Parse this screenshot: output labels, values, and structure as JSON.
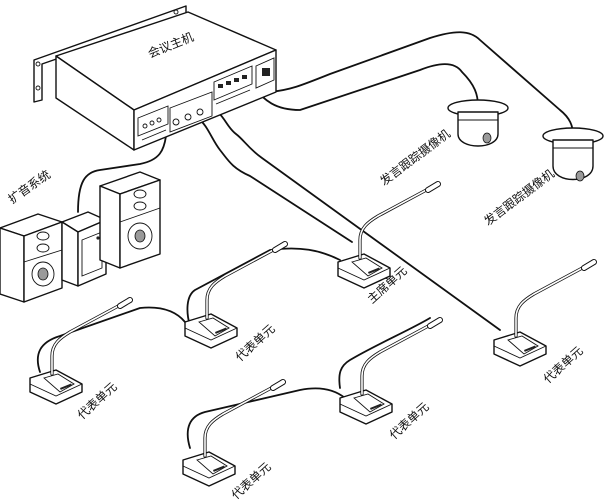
{
  "diagram": {
    "title": "",
    "nodes": {
      "host": {
        "label": "会议主机",
        "type": "conference-host"
      },
      "camera_1": {
        "label": "发言跟踪摄像机",
        "type": "speech-tracking-camera"
      },
      "camera_2": {
        "label": "发言跟踪摄像机",
        "type": "speech-tracking-camera"
      },
      "pa_system": {
        "label": "扩音系统",
        "type": "pa-system"
      },
      "chairman": {
        "label": "主席单元",
        "type": "chairman-unit"
      },
      "delegate_1": {
        "label": "代表单元",
        "type": "delegate-unit"
      },
      "delegate_2": {
        "label": "代表单元",
        "type": "delegate-unit"
      },
      "delegate_3": {
        "label": "代表单元",
        "type": "delegate-unit"
      },
      "delegate_4": {
        "label": "代表单元",
        "type": "delegate-unit"
      },
      "delegate_5": {
        "label": "代表单元",
        "type": "delegate-unit"
      }
    },
    "connections": [
      {
        "from": "host",
        "to": "camera_1"
      },
      {
        "from": "host",
        "to": "camera_2"
      },
      {
        "from": "host",
        "to": "pa_system"
      },
      {
        "from": "host",
        "to": "chairman"
      },
      {
        "from": "host",
        "to": "delegate_1"
      },
      {
        "from": "host",
        "to": "delegate_5"
      },
      {
        "from": "delegate_1",
        "to": "delegate_2"
      },
      {
        "from": "chairman",
        "to": "delegate_3"
      },
      {
        "from": "delegate_3",
        "to": "delegate_4"
      }
    ]
  }
}
